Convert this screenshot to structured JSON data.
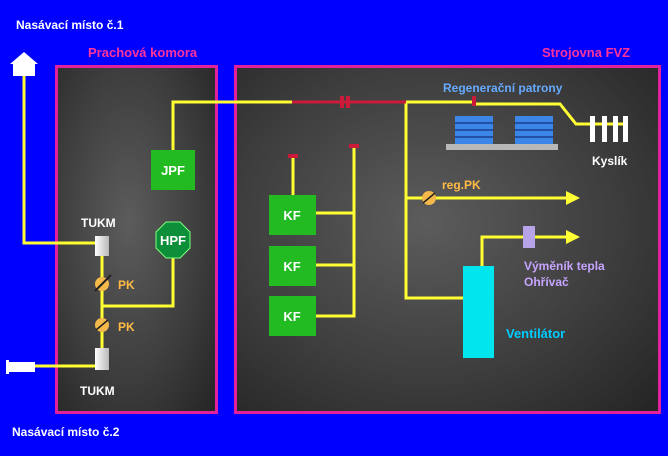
{
  "labels": {
    "intake_1": "Nasávací místo č.1",
    "intake_2": "Nasávací místo č.2",
    "dust_chamber": "Prachová komora",
    "machine_room": "Strojovna FVZ",
    "regen_cartridges": "Regenerační patrony",
    "oxygen": "Kyslík",
    "reg_pk": "reg.PK",
    "exchanger": "Výměník tepla",
    "heater": "Ohřívač",
    "fan": "Ventilátor",
    "tukm_top": "TUKM",
    "tukm_bottom": "TUKM",
    "pk_top": "PK",
    "pk_bottom": "PK",
    "jpf": "JPF",
    "hpf": "HPF",
    "kf_1": "KF",
    "kf_2": "KF",
    "kf_3": "KF"
  },
  "colors": {
    "background": "#0000ff",
    "pipe": "#ffff33",
    "pipe_red": "#cc1a3a",
    "room_border": "#e0209c",
    "filter_green": "#22bb22",
    "hpf_green": "#0d8f3a",
    "fan_cyan": "#00e5ee",
    "valve_orange": "#f5b84a",
    "tukm_white": "#e8e8e8",
    "cartridge_blue": "#3b86e6",
    "exchanger_violet": "#b7a4e8",
    "label_white": "#ffffff",
    "label_pink": "#ff3399",
    "label_cyan": "#00ccff",
    "label_light_blue": "#66aaff",
    "label_orange": "#ffbb44",
    "label_violet": "#c6a4ff"
  },
  "icons": [
    "house-intake-icon",
    "side-intake-icon",
    "valve-icon",
    "arrow-outlet-icon",
    "oxygen-bottles-icon",
    "regeneration-cartridge-icon"
  ]
}
